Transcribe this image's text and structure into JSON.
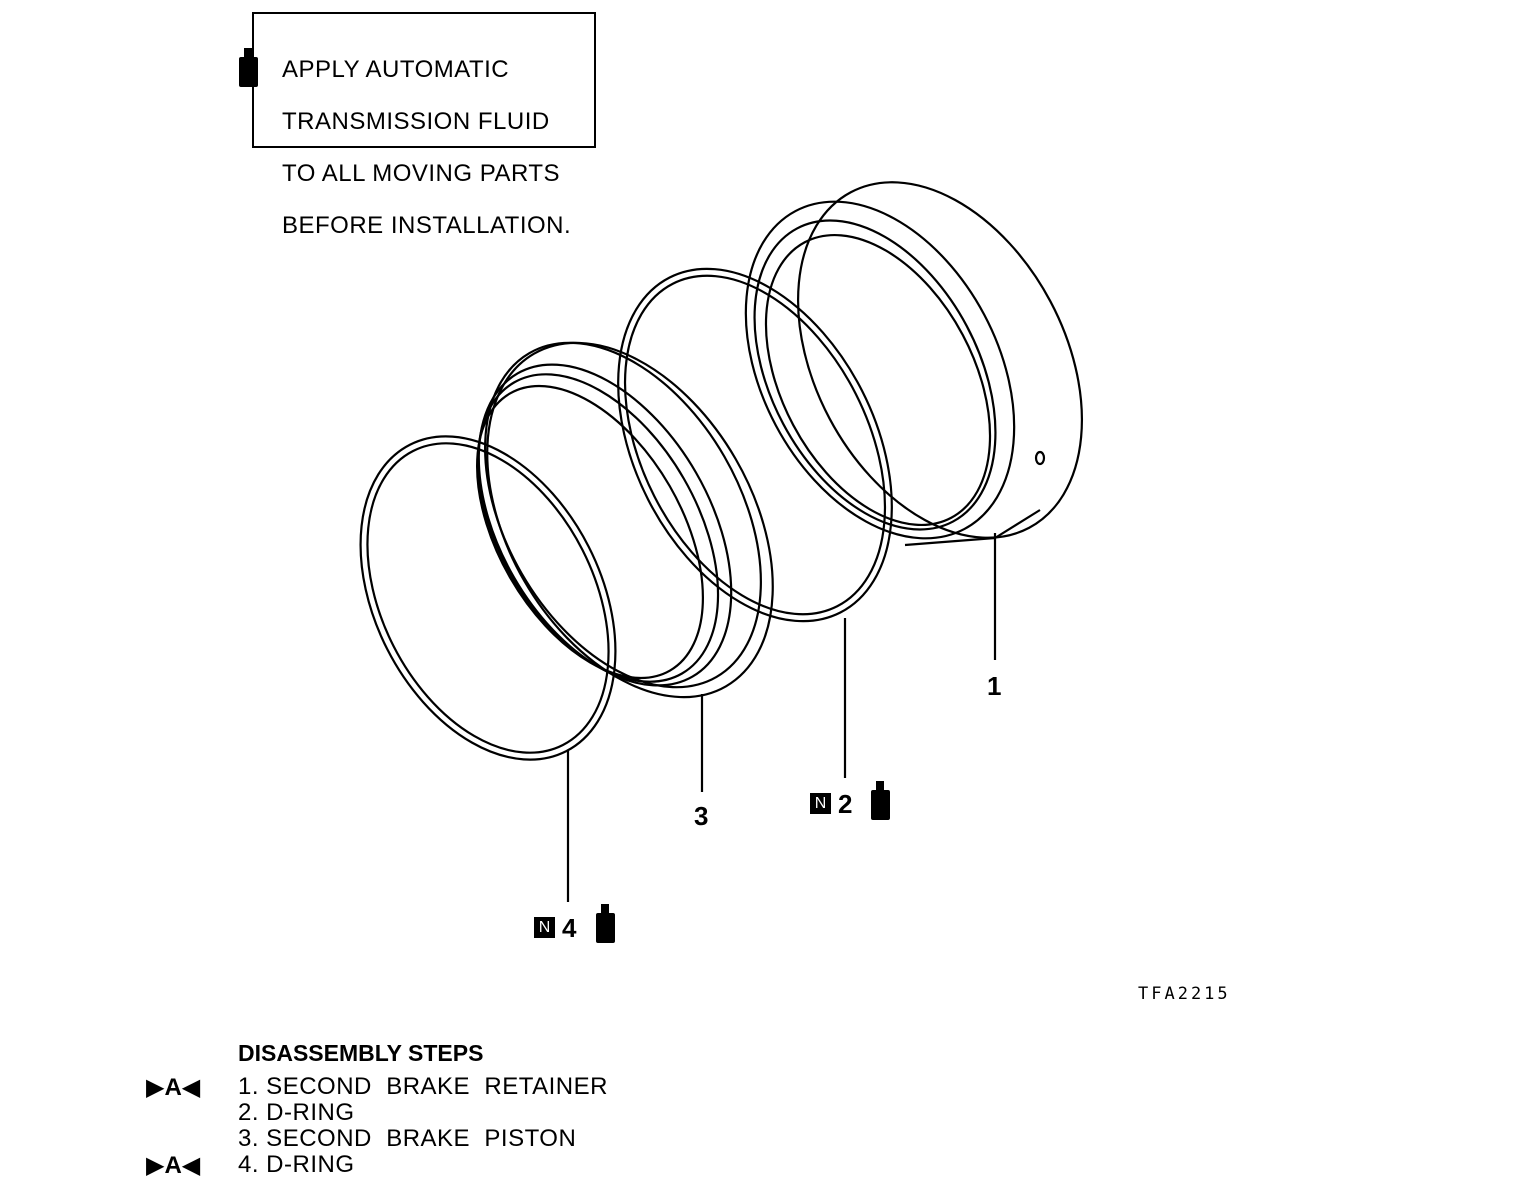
{
  "note": {
    "lines": [
      "APPLY AUTOMATIC",
      "TRANSMISSION FLUID",
      "TO ALL MOVING PARTS",
      "BEFORE INSTALLATION."
    ],
    "icon": "fluid-bottle-icon"
  },
  "callouts": {
    "c1": "1",
    "c2": "2",
    "c3": "3",
    "c4": "4",
    "new_part_badge": "N"
  },
  "figure_id": "TFA2215",
  "steps": {
    "title": "DISASSEMBLY STEPS",
    "items": [
      {
        "text": "1. SECOND  BRAKE  RETAINER",
        "marker": "▶A◀"
      },
      {
        "text": "2. D-RING",
        "marker": ""
      },
      {
        "text": "3. SECOND  BRAKE  PISTON",
        "marker": ""
      },
      {
        "text": "4. D-RING",
        "marker": "▶A◀"
      }
    ]
  }
}
